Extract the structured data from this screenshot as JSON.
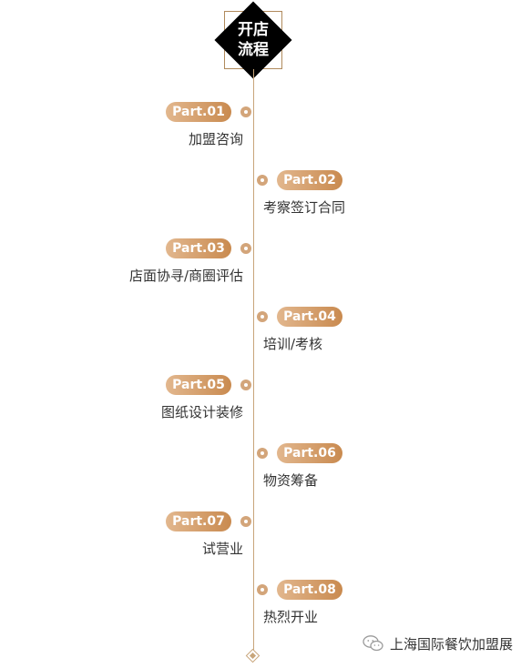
{
  "header": {
    "title": "开店\n流程"
  },
  "steps": [
    {
      "part": "Part.01",
      "label": "加盟咨询",
      "side": "left"
    },
    {
      "part": "Part.02",
      "label": "考察签订合同",
      "side": "right"
    },
    {
      "part": "Part.03",
      "label": "店面协寻/商圈评估",
      "side": "left"
    },
    {
      "part": "Part.04",
      "label": "培训/考核",
      "side": "right"
    },
    {
      "part": "Part.05",
      "label": "图纸设计装修",
      "side": "left"
    },
    {
      "part": "Part.06",
      "label": "物资筹备",
      "side": "right"
    },
    {
      "part": "Part.07",
      "label": "试营业",
      "side": "left"
    },
    {
      "part": "Part.08",
      "label": "热烈开业",
      "side": "right"
    }
  ],
  "watermark": {
    "icon": "wechat-icon",
    "text": "上海国际餐饮加盟展"
  },
  "colors": {
    "accent_start": "#e2b78e",
    "accent_end": "#c98a4f",
    "line": "#c8a57a",
    "header_bg": "#000000"
  }
}
